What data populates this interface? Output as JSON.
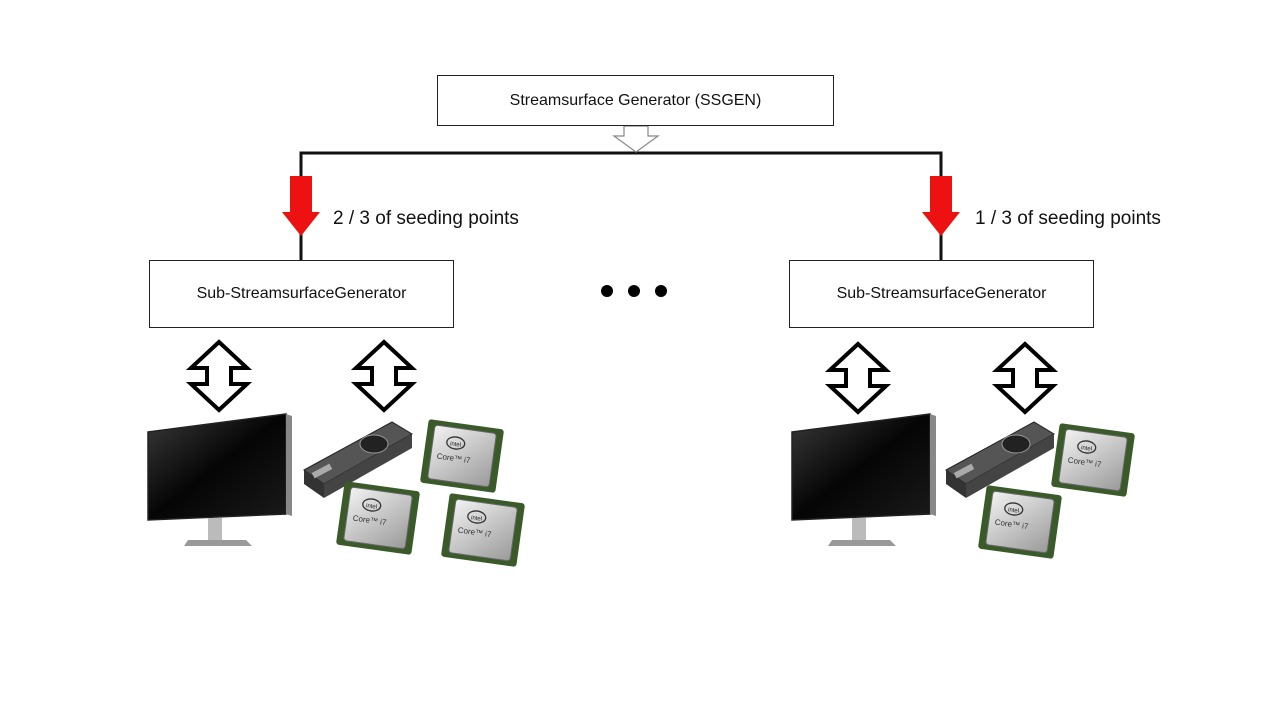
{
  "root": {
    "label": "Streamsurface Generator (SSGEN)"
  },
  "branches": [
    {
      "fraction_label": "2 / 3 of seeding points",
      "node_label": "Sub-StreamsurfaceGenerator",
      "resources": {
        "display": "monitor-icon",
        "gpu": "gpu-card-icon",
        "cpu_count": 3,
        "cpu_brand": "intel",
        "cpu_model": "Core i7"
      }
    },
    {
      "fraction_label": "1 / 3 of seeding points",
      "node_label": "Sub-StreamsurfaceGenerator",
      "resources": {
        "display": "monitor-icon",
        "gpu": "gpu-card-icon",
        "cpu_count": 2,
        "cpu_brand": "intel",
        "cpu_model": "Core i7"
      }
    }
  ],
  "ellipsis": "...",
  "colors": {
    "arrow": "#ee1111",
    "line": "#111111"
  }
}
